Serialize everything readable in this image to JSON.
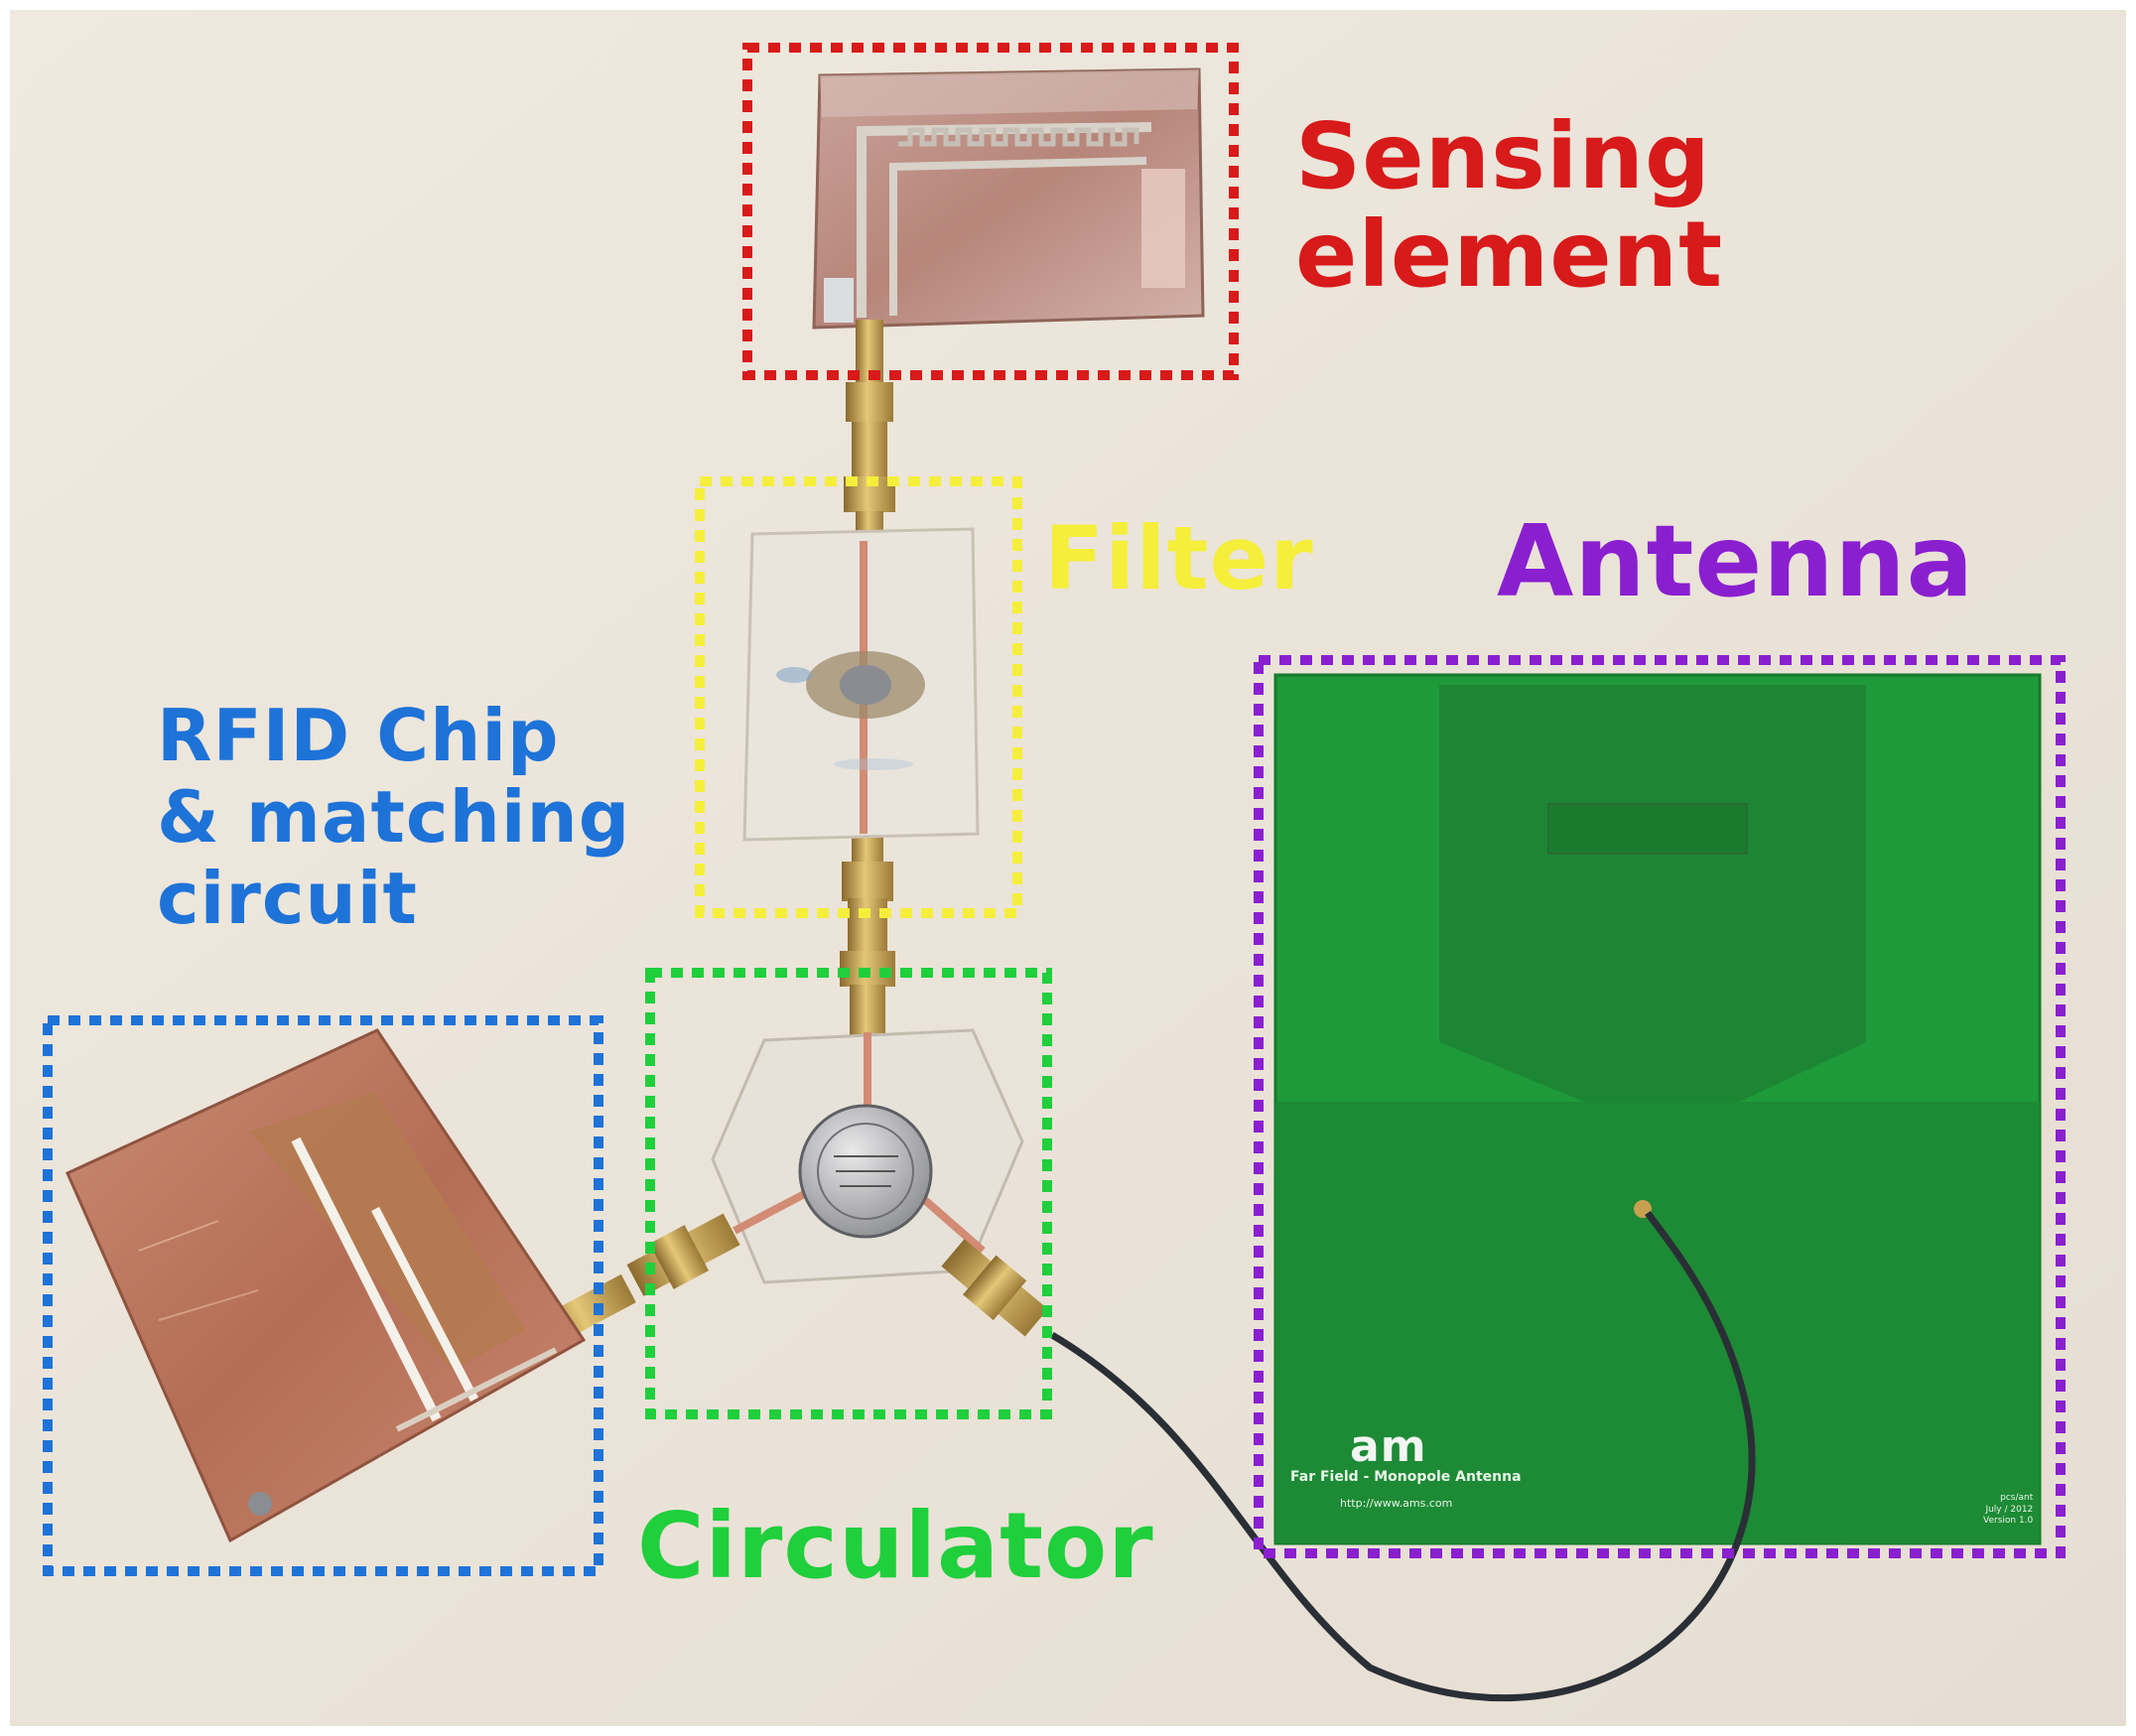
{
  "labels": {
    "sensing": "Sensing\nelement",
    "filter": "Filter",
    "antenna": "Antenna",
    "rfid": "RFID Chip\n& matching\ncircuit",
    "circulator": "Circulator"
  },
  "antenna_board": {
    "logo": "am",
    "subtitle": "Far Field - Monopole Antenna",
    "url": "http://www.ams.com",
    "meta": "pcs/ant\nJuly / 2012\nVersion 1.0"
  },
  "colors": {
    "sensing": "#d81a1a",
    "filter": "#f5ee3b",
    "antenna": "#8a1fd0",
    "rfid": "#1e73d8",
    "circulator": "#1fcf3c",
    "background": "#ece6dc",
    "pcb_green": "#1f9a3a",
    "copper": "#c0785e"
  }
}
